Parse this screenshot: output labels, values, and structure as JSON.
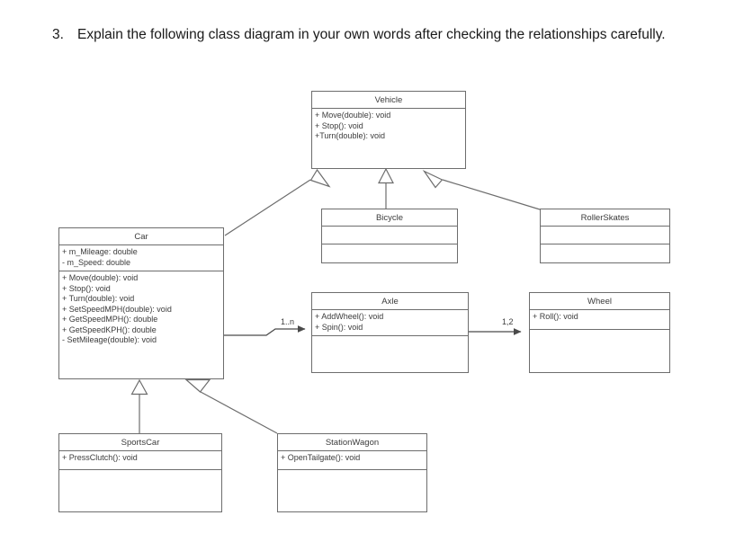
{
  "question": {
    "number": "3.",
    "text": "Explain the following class diagram in your own words after checking the relationships carefully."
  },
  "diagram": {
    "type": "uml-class-diagram",
    "line_color": "#6d6d6d",
    "text_color": "#3b3b3b",
    "background": "#ffffff",
    "classes": [
      {
        "id": "vehicle",
        "name": "Vehicle",
        "attributes": [],
        "methods": [
          "+ Move(double): void",
          "+ Stop(): void",
          "+Turn(double): void"
        ]
      },
      {
        "id": "bicycle",
        "name": "Bicycle",
        "attributes": [],
        "methods": []
      },
      {
        "id": "rollerskates",
        "name": "RollerSkates",
        "attributes": [],
        "methods": []
      },
      {
        "id": "car",
        "name": "Car",
        "attributes": [
          "+ m_Mileage: double",
          "-  m_Speed: double"
        ],
        "methods": [
          "+ Move(double): void",
          "+ Stop(): void",
          "+ Turn(double): void",
          "+ SetSpeedMPH(double): void",
          "+ GetSpeedMPH(): double",
          "+ GetSpeedKPH(): double",
          "-  SetMileage(double): void"
        ]
      },
      {
        "id": "axle",
        "name": "Axle",
        "attributes": [],
        "methods": [
          "+ AddWheel(): void",
          "+ Spin(): void"
        ]
      },
      {
        "id": "wheel",
        "name": "Wheel",
        "attributes": [],
        "methods": [
          "+ Roll(): void"
        ]
      },
      {
        "id": "sportscar",
        "name": "SportsCar",
        "attributes": [],
        "methods": [
          "+ PressClutch(): void"
        ]
      },
      {
        "id": "stationwagon",
        "name": "StationWagon",
        "attributes": [],
        "methods": [
          "+ OpenTailgate(): void"
        ]
      }
    ],
    "relationships": [
      {
        "id": "car-vehicle",
        "kind": "generalization",
        "from": "Car",
        "to": "Vehicle"
      },
      {
        "id": "bicycle-vehicle",
        "kind": "generalization",
        "from": "Bicycle",
        "to": "Vehicle"
      },
      {
        "id": "rollerskates-vehicle",
        "kind": "generalization",
        "from": "RollerSkates",
        "to": "Vehicle"
      },
      {
        "id": "sportscar-car",
        "kind": "generalization",
        "from": "SportsCar",
        "to": "Car"
      },
      {
        "id": "stationwagon-car",
        "kind": "generalization",
        "from": "StationWagon",
        "to": "Car"
      },
      {
        "id": "car-axle",
        "kind": "association",
        "from": "Car",
        "to": "Axle",
        "target_multiplicity": "1..n"
      },
      {
        "id": "axle-wheel",
        "kind": "association",
        "from": "Axle",
        "to": "Wheel",
        "target_multiplicity": "1,2"
      }
    ],
    "multiplicity_labels": [
      {
        "id": "axle-multiplicity",
        "value": "1..n"
      },
      {
        "id": "wheel-multiplicity",
        "value": "1,2"
      }
    ]
  }
}
